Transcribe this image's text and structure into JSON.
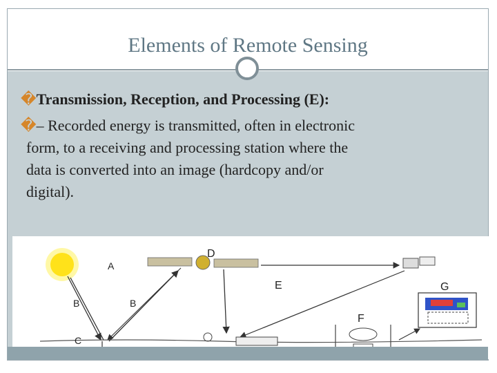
{
  "slide": {
    "title": "Elements of Remote Sensing",
    "bullet1": {
      "marker": "�",
      "text": "Transmission, Reception, and Processing (E):"
    },
    "bullet2": {
      "marker": "�",
      "lines": [
        "– Recorded energy is transmitted, often in electronic",
        "form, to a receiving and processing station where the",
        "data is converted into an image (hardcopy and/or",
        "digital)."
      ]
    }
  },
  "diagram": {
    "labels": {
      "A": "A",
      "B1": "B",
      "B2": "B",
      "C": "C",
      "D": "D",
      "E": "E",
      "F": "F",
      "G": "G"
    },
    "colors": {
      "sun": "#ffe21a",
      "sun_glow": "#fff36b",
      "line": "#333333",
      "monitor_red": "#e0403a",
      "monitor_blue": "#2f53c8",
      "monitor_green": "#5cc05a"
    }
  }
}
